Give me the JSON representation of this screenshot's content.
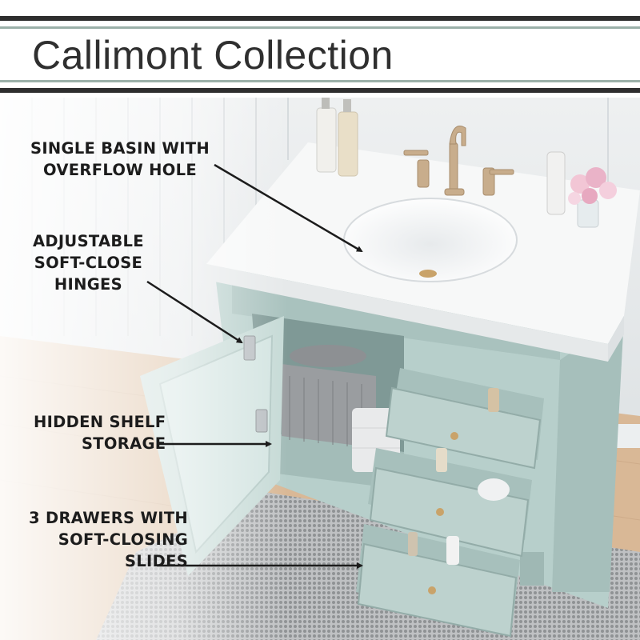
{
  "header": {
    "title": "Callimont Collection"
  },
  "callouts": [
    {
      "id": "basin",
      "line1": "SINGLE BASIN WITH",
      "line2": "OVERFLOW HOLE"
    },
    {
      "id": "hinges",
      "line1": "ADJUSTABLE",
      "line2": "SOFT-CLOSE",
      "line3": "HINGES"
    },
    {
      "id": "shelf",
      "line1": "HIDDEN SHELF",
      "line2": "STORAGE"
    },
    {
      "id": "drawers",
      "line1": "3 DRAWERS WITH",
      "line2": "SOFT-CLOSING",
      "line3": "SLIDES"
    }
  ],
  "colors": {
    "cabinet": "#b7cfcb",
    "countertop": "#f7f8f8",
    "rule_dark": "#2e2e2e",
    "rule_sage": "#9bb0a9",
    "hardware": "#c9a36a"
  }
}
